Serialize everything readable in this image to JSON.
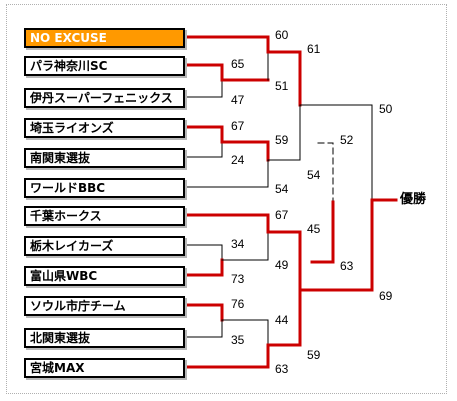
{
  "teams": [
    {
      "name": "NO EXCUSE",
      "winner": true
    },
    {
      "name": "パラ神奈川SC"
    },
    {
      "name": "伊丹スーパーフェニックス"
    },
    {
      "name": "埼玉ライオンズ"
    },
    {
      "name": "南関東選抜"
    },
    {
      "name": "ワールドBBC"
    },
    {
      "name": "千葉ホークス"
    },
    {
      "name": "栃木レイカーズ"
    },
    {
      "name": "富山県WBC"
    },
    {
      "name": "ソウル市庁チーム"
    },
    {
      "name": "北関東選抜"
    },
    {
      "name": "宮城MAX"
    }
  ],
  "scores": {
    "r1_parakanagawa": "65",
    "r1_itami": "47",
    "r1_saitama": "67",
    "r1_minamikanto": "24",
    "r1_tochigi": "34",
    "r1_toyama": "73",
    "r1_seoul": "76",
    "r1_kitakanto": "35",
    "r2_noexcuse": "60",
    "r2_parakanagawa": "51",
    "r2_saitama": "59",
    "r2_world": "54",
    "r2_chiba": "67",
    "r2_toyama": "49",
    "r2_seoul": "44",
    "r2_miyagi": "63",
    "sf_noexcuse": "61",
    "sf_saitama": "54",
    "sf_chiba": "45",
    "sf_miyagi": "59",
    "third_top": "52",
    "third_bottom": "63",
    "final_noexcuse": "50",
    "final_chiba": "69"
  },
  "champion_label": "優勝",
  "colors": {
    "win_line": "#cc0000",
    "lose_line": "#000000",
    "winner_box": "#ff9900"
  }
}
